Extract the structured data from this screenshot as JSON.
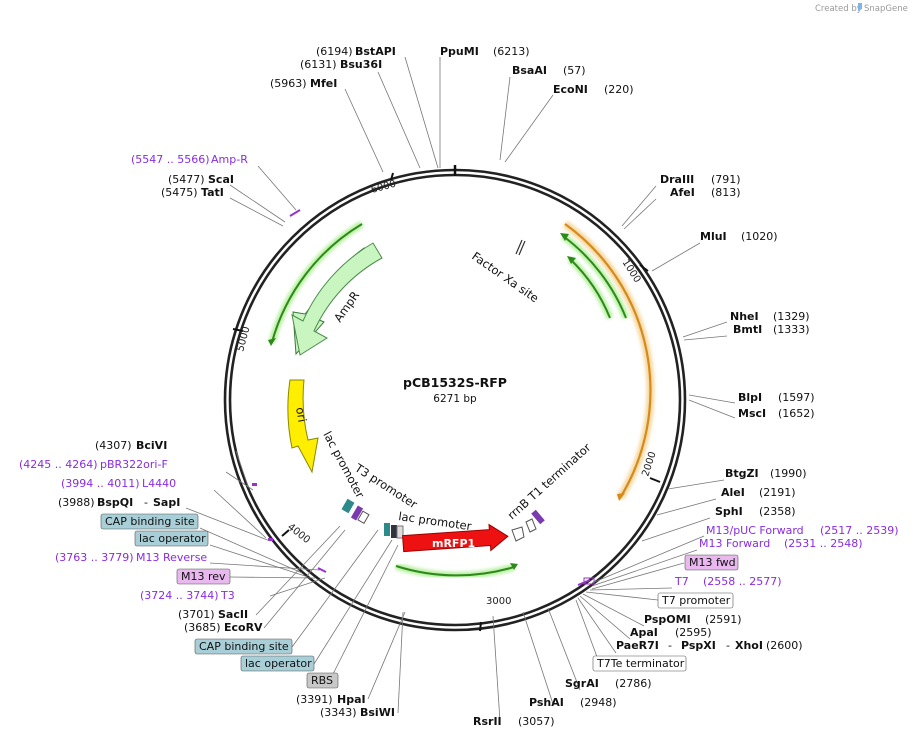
{
  "credit": {
    "text": "Created by",
    "brand": "SnapGene"
  },
  "plasmid": {
    "name": "pCB1532S-RFP",
    "length_label": "6271 bp"
  },
  "ticks": [
    "1000",
    "2000",
    "3000",
    "4000",
    "5000",
    "6000"
  ],
  "features": {
    "ampr": "AmpR",
    "ori": "ori",
    "lac_promoter_left": "lac promoter",
    "t3_promoter": "T3 promoter",
    "lac_promoter_mid": "lac promoter",
    "mrfp1": "mRFP1",
    "rrnb": "rrnB T1 terminator",
    "factor_xa": "Factor Xa site"
  },
  "sites": {
    "bstapi": {
      "pos": "(6194)",
      "name": "BstAPI"
    },
    "bsu36i": {
      "pos": "(6131)",
      "name": "Bsu36I"
    },
    "mfei": {
      "pos": "(5963)",
      "name": "MfeI"
    },
    "ppumi": {
      "name": "PpuMI",
      "pos": "(6213)"
    },
    "bsaai": {
      "name": "BsaAI",
      "pos": "(57)"
    },
    "econi": {
      "name": "EcoNI",
      "pos": "(220)"
    },
    "ampr_primer": {
      "pos": "(5547 .. 5566)",
      "name": "Amp-R"
    },
    "scai": {
      "pos": "(5477)",
      "name": "ScaI"
    },
    "tati": {
      "pos": "(5475)",
      "name": "TatI"
    },
    "draiii": {
      "name": "DraIII",
      "pos": "(791)"
    },
    "afei": {
      "name": "AfeI",
      "pos": "(813)"
    },
    "mlui": {
      "name": "MluI",
      "pos": "(1020)"
    },
    "nhei": {
      "name": "NheI",
      "pos": "(1329)"
    },
    "bmti": {
      "name": "BmtI",
      "pos": "(1333)"
    },
    "blpi": {
      "name": "BlpI",
      "pos": "(1597)"
    },
    "msci": {
      "name": "MscI",
      "pos": "(1652)"
    },
    "btgzi": {
      "name": "BtgZI",
      "pos": "(1990)"
    },
    "alei": {
      "name": "AleI",
      "pos": "(2191)"
    },
    "sphi": {
      "name": "SphI",
      "pos": "(2358)"
    },
    "m13puc": {
      "name": "M13/pUC Forward",
      "pos": "(2517 .. 2539)"
    },
    "m13fwd": {
      "name": "M13 Forward",
      "pos": "(2531 .. 2548)"
    },
    "m13fwd_box": "M13 fwd",
    "t7": {
      "name": "T7",
      "pos": "(2558 .. 2577)"
    },
    "t7prom_box": "T7 promoter",
    "pspomi": {
      "name": "PspOMI",
      "pos": "(2591)"
    },
    "apai": {
      "name": "ApaI",
      "pos": "(2595)"
    },
    "paer7i": {
      "name": "PaeR7I",
      "sep1": "-",
      "name2": "PspXI",
      "sep2": "-",
      "name3": "XhoI",
      "pos": "(2600)"
    },
    "t7te_box": "T7Te terminator",
    "sgrai": {
      "name": "SgrAI",
      "pos": "(2786)"
    },
    "pshai": {
      "name": "PshAI",
      "pos": "(2948)"
    },
    "rsrii": {
      "name": "RsrII",
      "pos": "(3057)"
    },
    "bcivi": {
      "pos": "(4307)",
      "name": "BciVI"
    },
    "pbr322": {
      "pos": "(4245 .. 4264)",
      "name": "pBR322ori-F"
    },
    "l4440": {
      "pos": "(3994 .. 4011)",
      "name": "L4440"
    },
    "bspqi": {
      "pos": "(3988)",
      "name": "BspQI",
      "sep": "-",
      "name2": "SapI"
    },
    "cap1_box": "CAP binding site",
    "lacop1_box": "lac operator",
    "m13rev_primer": {
      "pos": "(3763 .. 3779)",
      "name": "M13 Reverse"
    },
    "m13rev_box": "M13 rev",
    "t3": {
      "pos": "(3724 .. 3744)",
      "name": "T3"
    },
    "sacii": {
      "pos": "(3701)",
      "name": "SacII"
    },
    "ecorv": {
      "pos": "(3685)",
      "name": "EcoRV"
    },
    "cap2_box": "CAP binding site",
    "lacop2_box": "lac operator",
    "rbs_box": "RBS",
    "hpai": {
      "pos": "(3391)",
      "name": "HpaI"
    },
    "bsiwi": {
      "pos": "(3343)",
      "name": "BsiWI"
    }
  },
  "colors": {
    "backbone": "#222222",
    "ampr_fill": "#c8f5c0",
    "ori_fill": "#ffee00",
    "mrfp1_fill": "#ee1111",
    "promoter_arrow": "#2d8a1a",
    "promoter_glow": "#b8f0a0",
    "orange_feature": "#d58a19",
    "orange_glow": "#f6d9a3",
    "primer_purple": "#9932cc",
    "box_blue": "#a8cfd8",
    "box_pink": "#e8b8ef",
    "box_grey": "#c8c8c8"
  }
}
